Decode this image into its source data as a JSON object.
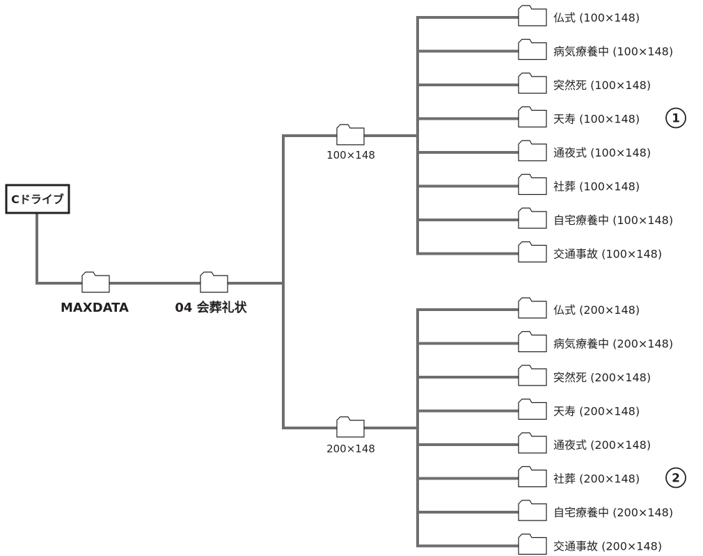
{
  "root": {
    "label": "Cドライブ"
  },
  "level1": {
    "label": "MAXDATA"
  },
  "level2": {
    "label": "04 会葬礼状"
  },
  "groups": [
    {
      "label": "100×148",
      "items": [
        "仏式 (100×148)",
        "病気療養中 (100×148)",
        "突然死 (100×148)",
        "天寿 (100×148)",
        "通夜式 (100×148)",
        "社葬 (100×148)",
        "自宅療養中 (100×148)",
        "交通事故 (100×148)"
      ],
      "marker": {
        "item_index": 3,
        "text": "1"
      }
    },
    {
      "label": "200×148",
      "items": [
        "仏式 (200×148)",
        "病気療養中 (200×148)",
        "突然死 (200×148)",
        "天寿 (200×148)",
        "通夜式 (200×148)",
        "社葬 (200×148)",
        "自宅療養中 (200×148)",
        "交通事故 (200×148)"
      ],
      "marker": {
        "item_index": 5,
        "text": "2"
      }
    }
  ],
  "colors": {
    "line": "#6d6e70",
    "outline": "#231f20",
    "background": "#ffffff"
  },
  "icons": {
    "folder": "folder-icon",
    "marker": "circled-number"
  }
}
